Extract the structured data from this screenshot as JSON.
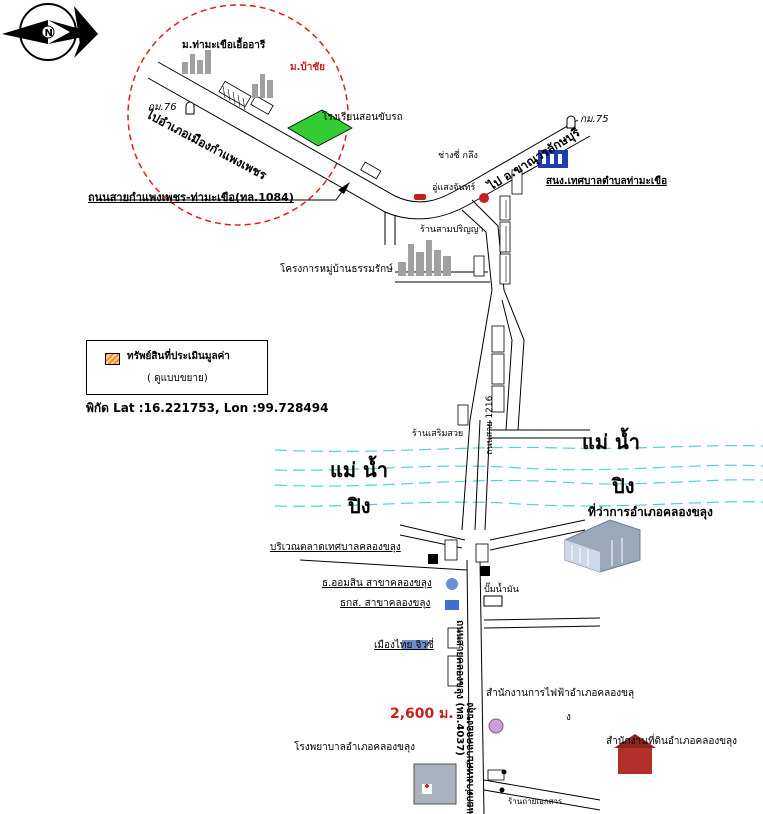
{
  "map": {
    "compass_letter": "N",
    "legend": {
      "title": "ทรัพย์สินที่ประเมินมูลค่า",
      "subtitle": "( ดูแบบขยาย)"
    },
    "coordinates": "พิกัด Lat :16.221753, Lon :99.728494",
    "distance": "2,600 ม.",
    "rivers": [
      {
        "line1": "แม่ น้ำ",
        "line2": "ปิง"
      },
      {
        "line1": "แม่ น้ำ",
        "line2": "ปิง"
      }
    ],
    "labels": {
      "mae_chue": "ม.ท่ามะเขือเอื้ออารี",
      "mung_chai": "ม.บ้าชัย",
      "to_kamphaeng": "ไปอำเภอเมืองกำแพงเพชร",
      "km76": "กม.76",
      "driving_school": "โรงเรียนสอนขับรถ",
      "km75": "กม.75",
      "repair": "ช่างซี่ กลึง",
      "to_khanu": "ไป อ.ขาณุวรลักษบุรี",
      "garage": "อู่แสงจันทร์",
      "municipal": "สนง.เทศบาลตำบลท่ามะเขือ",
      "highway": "ถนนสายกำแพงเพชร-ท่ามะเขือ(ทล.1084)",
      "shop_prinya": "ร้านสามปริญญา",
      "village_project": "โครงการหมู่บ้านธรรมรักษ์",
      "shop_saeng": "ร้านเสริมสวย",
      "road_1216": "ถนนสาย 1216",
      "district_office": "ที่ว่าการอำเภอคลองขลุง",
      "market": "บริเวณตลาดเทศบาลคลองขลุง",
      "gsb": "ธ.ออมสิน สาขาคลองขลุง",
      "baac": "ธกส. สาขาคลองขลุง",
      "gas": "ปั๊มน้ำมัน",
      "mueangthai": "เมืองไทย จิวซี่",
      "road_4037": "ถนนสายคลองขลุง (ทล.4037)",
      "electricity_1": "สำนักงานการไฟฟ้าอำเภอคลองขลุ",
      "electricity_2": "ง",
      "land_office": "สำนักงานที่ดินอำเภอคลองขลุง",
      "hospital": "โรงพยาบาลอำเภอคลองขลุง",
      "road_bottom": "แยกต่างเทศบาลคลองขลุง",
      "shop_bottom": "ร้านถ่ายเอกสาร"
    },
    "colors": {
      "site_green": "#33cc33",
      "hatch_orange": "#ff8a1e",
      "circle_red": "#e01e1e",
      "river_cyan": "#55d0d8",
      "highlight_red": "#c81e1e",
      "icon_blue": "#1f3fb0",
      "building_gray": "#9aa8bc"
    }
  }
}
